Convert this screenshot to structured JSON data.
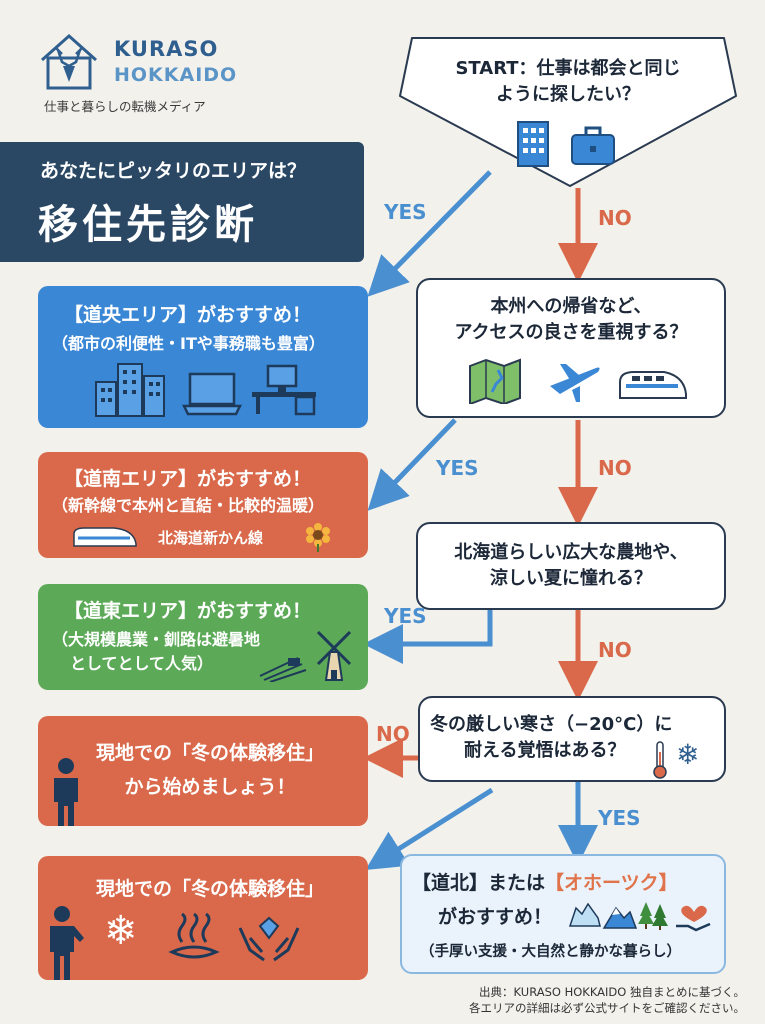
{
  "logo": {
    "title_line1": "KURASO",
    "title_line2": "HOKKAIDO",
    "tagline": "仕事と暮らしの転機メディア"
  },
  "title": {
    "small": "あなたにピッタリのエリアは？",
    "big": "移住先診断"
  },
  "questions": [
    {
      "line1": "START：仕事は都会と同じ",
      "line2": "ように探したい？"
    },
    {
      "line1": "本州への帰省など、",
      "line2": "アクセスの良さを重視する？"
    },
    {
      "line1": "北海道らしい広大な農地や、",
      "line2": "涼しい夏に憧れる？"
    },
    {
      "line1": "冬の厳しい寒さ（−20°C）に",
      "line2": "耐える覚悟はある？"
    }
  ],
  "results": {
    "doo": {
      "head": "【道央エリア】がおすすめ！",
      "sub": "（都市の利便性・ITや事務職も豊富）"
    },
    "dounan": {
      "head": "【道南エリア】がおすすめ！",
      "sub": "（新幹線で本州と直結・比較的温暖）",
      "extra": "北海道新かん線"
    },
    "doutou": {
      "head": "【道東エリア】がおすすめ！",
      "sub1": "（大規模農業・釧路は避暑地",
      "sub2": "としてとして人気）"
    },
    "trial1": {
      "line1": "現地での「冬の体験移住」",
      "line2": "から始めましょう！"
    },
    "trial2": {
      "line1": "現地での「冬の体験移住」"
    },
    "dohoku": {
      "head_a": "【道北】または",
      "head_b": "【オホーツク】",
      "head_c": "がおすすめ！",
      "sub": "（手厚い支援・大自然と静かな暮らし）"
    }
  },
  "labels": {
    "yes": "YES",
    "no": "NO"
  },
  "source": {
    "line1": "出典：KURASO HOKKAIDO 独自まとめに基づく。",
    "line2": "各エリアの詳細は必ず公式サイトをご確認ください。"
  },
  "colors": {
    "navy": "#2a4764",
    "blue": "#3a87d6",
    "orange": "#d9694a",
    "green": "#5caa58",
    "yes_arrow": "#4a8fcf",
    "no_arrow": "#d9694a",
    "background": "#f3f1ec"
  },
  "icons": [
    "deer-house-logo-icon",
    "office-building-icon",
    "briefcase-icon",
    "city-buildings-icon",
    "laptop-icon",
    "desk-computer-icon",
    "map-icon",
    "airplane-icon",
    "shinkansen-icon",
    "sunflower-icon",
    "tractor-icon",
    "windmill-icon",
    "thermometer-icon",
    "snowflake-icon",
    "person-icon",
    "hot-spring-icon",
    "hands-icon",
    "iceberg-icon",
    "mountain-icon",
    "trees-icon",
    "heart-hand-icon"
  ]
}
